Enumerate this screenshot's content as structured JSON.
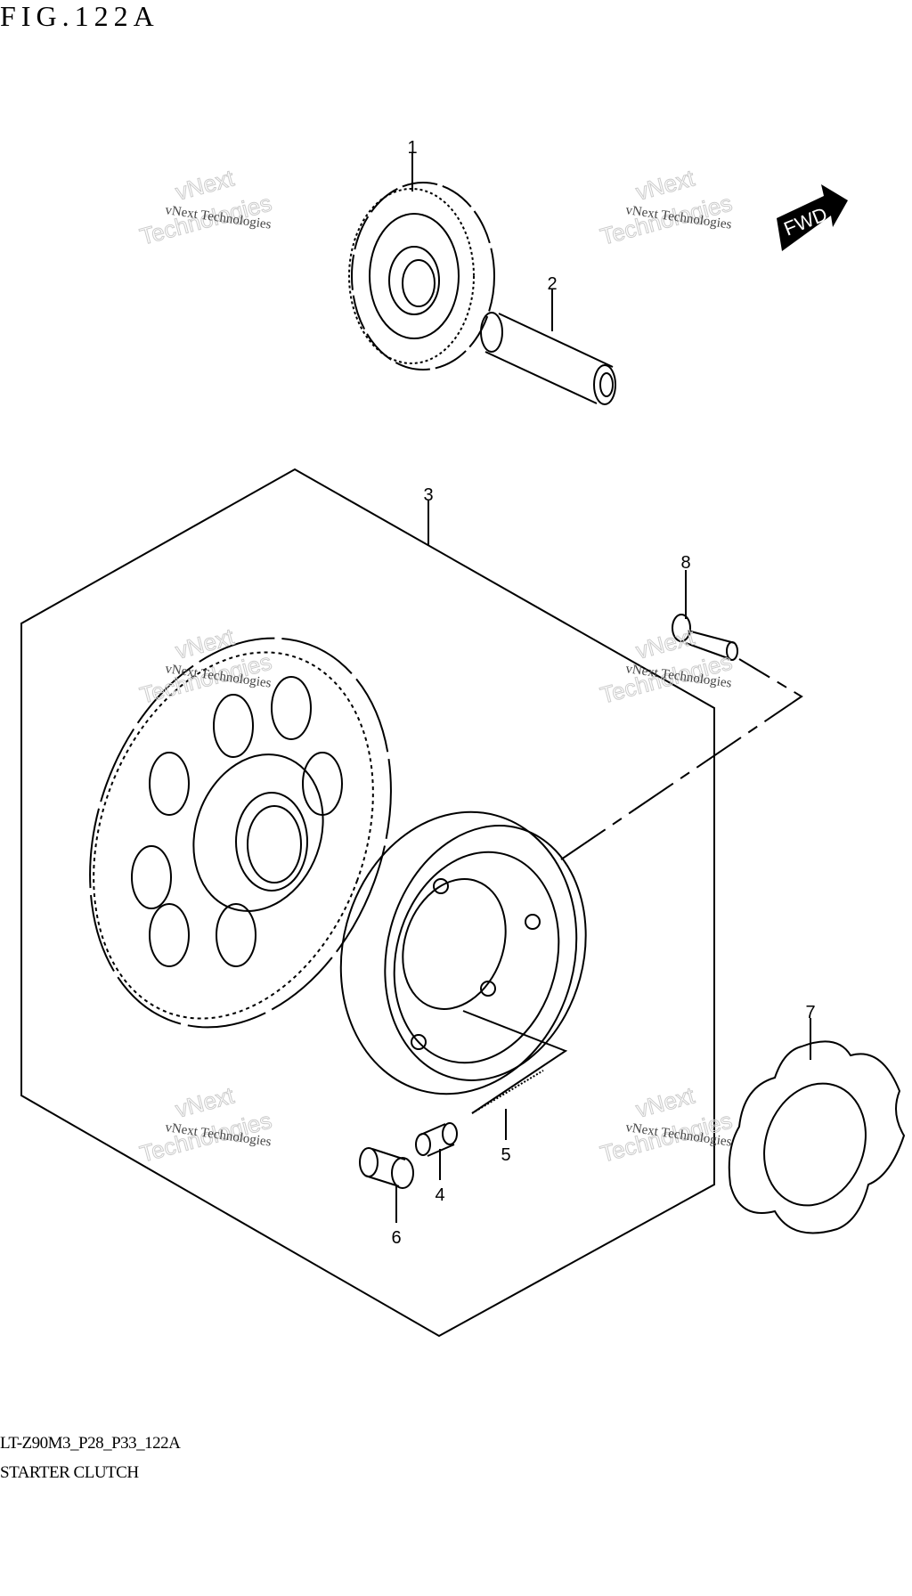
{
  "figure": {
    "title": "FIG.122A"
  },
  "footer": {
    "model_code": "LT-Z90M3_P28_P33_122A",
    "section": "STARTER CLUTCH"
  },
  "direction_badge": {
    "label": "FWD"
  },
  "watermark": {
    "line1": "vNext Technologies",
    "line2": "vNext",
    "line3": "Technologies"
  },
  "parts": [
    {
      "ref": "1"
    },
    {
      "ref": "2"
    },
    {
      "ref": "3"
    },
    {
      "ref": "4"
    },
    {
      "ref": "5"
    },
    {
      "ref": "6"
    },
    {
      "ref": "7"
    },
    {
      "ref": "8"
    }
  ]
}
